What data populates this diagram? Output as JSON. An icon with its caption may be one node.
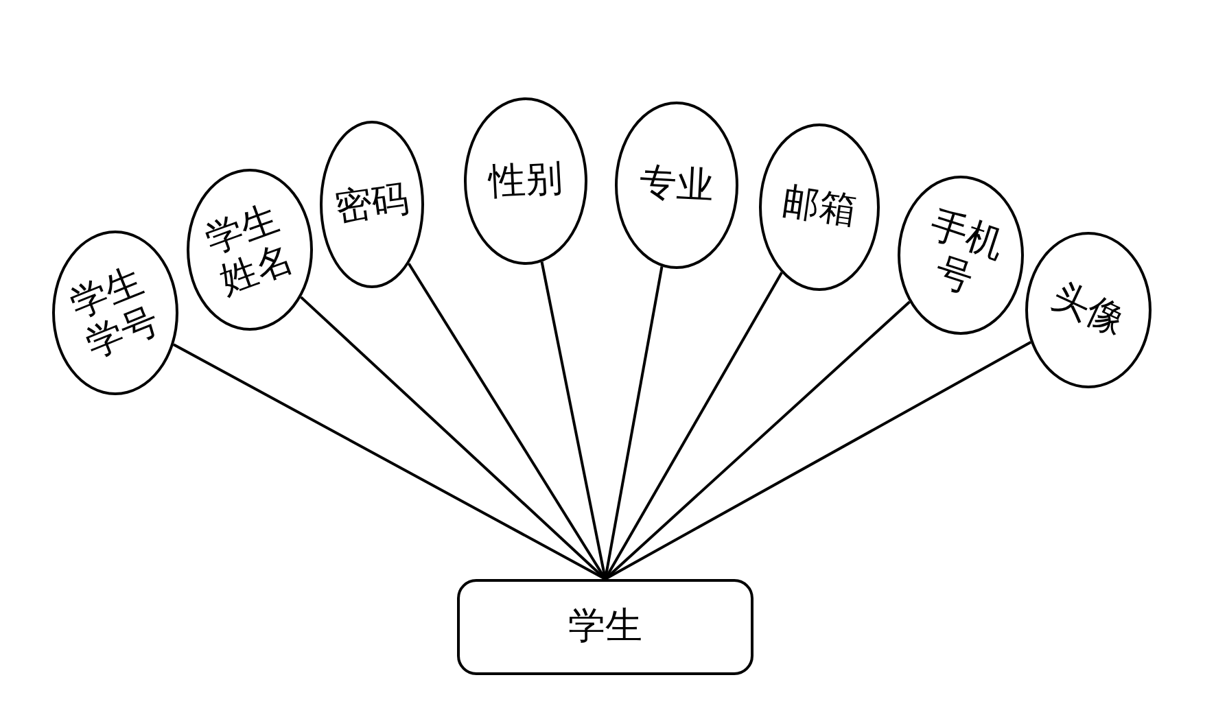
{
  "diagram": {
    "nodes": [
      {
        "text": [
          "学生学号"
        ]
      },
      {
        "text": [
          "学生姓名"
        ]
      },
      {
        "text": [
          "密码"
        ]
      },
      {
        "text": [
          "性别"
        ]
      },
      {
        "text": [
          "专业"
        ]
      },
      {
        "text": [
          "邮箱"
        ]
      },
      {
        "text": [
          "手机号"
        ]
      },
      {
        "text": [
          "头像"
        ]
      },
      {
        "text": [
          "学生"
        ]
      }
    ],
    "edges": [
      {
        "from": 0,
        "to": 8,
        "arrow": "none"
      },
      {
        "from": 1,
        "to": 8,
        "arrow": "none"
      },
      {
        "from": 2,
        "to": 8,
        "arrow": "none"
      },
      {
        "from": 3,
        "to": 8,
        "arrow": "none"
      },
      {
        "from": 4,
        "to": 8,
        "arrow": "none"
      },
      {
        "from": 5,
        "to": 8,
        "arrow": "none"
      },
      {
        "from": 6,
        "to": 8,
        "arrow": "none"
      },
      {
        "from": 7,
        "to": 8,
        "arrow": "none"
      }
    ]
  }
}
